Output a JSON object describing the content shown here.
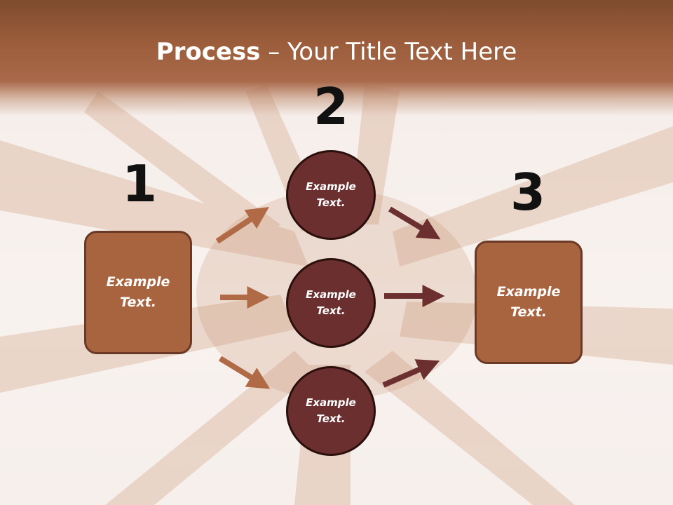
{
  "slide": {
    "title_bold": "Process",
    "title_rest": " – Your Title Text Here"
  },
  "numbers": [
    "1",
    "2",
    "3"
  ],
  "left_box": {
    "text": "Example\nText."
  },
  "circles": [
    {
      "text": "Example\nText."
    },
    {
      "text": "Example\nText."
    },
    {
      "text": "Example\nText."
    }
  ],
  "right_box": {
    "text": "Example\nText."
  },
  "colors": {
    "title_bar": "#9a5c3a",
    "box_fill": "#a8643e",
    "circle_fill": "#6a2f2e",
    "arrow_left": "#b06a45",
    "arrow_right": "#6a2f2e"
  }
}
